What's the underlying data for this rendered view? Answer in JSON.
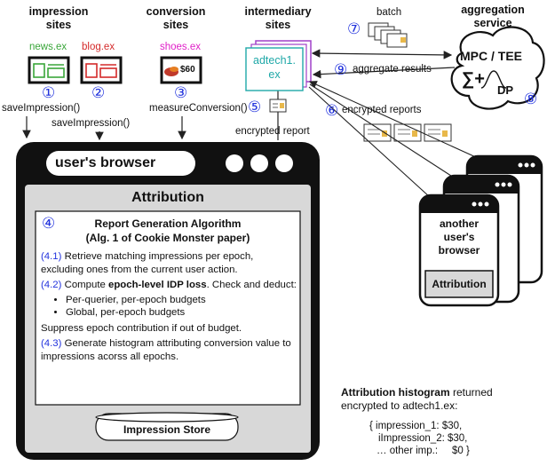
{
  "headers": {
    "impression": "impression\nsites",
    "conversion": "conversion\nsites",
    "intermediary": "intermediary\nsites",
    "aggregation": "aggregation\nservice"
  },
  "sites": {
    "news": "news.ex",
    "blog": "blog.ex",
    "shoes": "shoes.ex",
    "adtech": "adtech1.\nex",
    "price": "$60"
  },
  "colors": {
    "news": "#3aa63a",
    "blog": "#d42a2a",
    "shoes": "#e020c8",
    "adtech": "#1fa8a8",
    "steps": "#2233dd",
    "gray": "#d8d8d8"
  },
  "steps": {
    "s1": "①",
    "s2": "②",
    "s3": "③",
    "s4": "④",
    "s5": "⑤",
    "s6": "⑥",
    "s7": "⑦",
    "s8": "⑧",
    "s9": "⑨"
  },
  "calls": {
    "save1": "saveImpression()",
    "save2": "saveImpression()",
    "measure": "measureConversion()"
  },
  "labels": {
    "batch": "batch",
    "aggregate": "aggregate results",
    "encrypted_reports": "encrypted reports",
    "encrypted_report": "encrypted report",
    "mpc": "MPC / TEE",
    "dp": "DP",
    "sum": "∑+"
  },
  "browser": {
    "title": "user's browser",
    "attribution": "Attribution",
    "impression_store": "Impression Store"
  },
  "algorithm": {
    "title1": "Report Generation Algorithm",
    "title2": "(Alg. 1 of Cookie Monster paper)",
    "step41_num": "(4.1)",
    "step41": "Retrieve matching impressions per epoch, excluding ones from the current user action.",
    "step42_num": "(4.2)",
    "step42_a": "Compute",
    "step42_b": "epoch-level IDP loss",
    "step42_c": ". Check and deduct:",
    "bullet1": "Per-querier, per-epoch budgets",
    "bullet2": "Global, per-epoch budgets",
    "suppress": "Suppress epoch contribution if out of budget.",
    "step43_num": "(4.3)",
    "step43": "Generate histogram attributing conversion value to impressions acorss all epochs."
  },
  "other_browser": {
    "title": "another\nuser's\nbrowser",
    "attribution": "Attribution"
  },
  "histogram": {
    "bold": "Attribution histogram",
    "rest": " returned",
    "line2": "encrypted to adtech1.ex:",
    "row1": "{ impression_1: $30,",
    "row2": "iImpression_2: $30,",
    "row3": "… other imp.:     $0 }"
  }
}
